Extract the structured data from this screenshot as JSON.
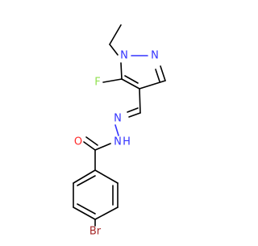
{
  "atoms": {
    "n1": {
      "text": "N",
      "color": "#3333ff"
    },
    "n2": {
      "text": "N",
      "color": "#3333ff"
    },
    "f": {
      "text": "F",
      "color": "#90e050"
    },
    "n_imine": {
      "text": "N",
      "color": "#3333ff"
    },
    "n_amide": {
      "text": "N",
      "color": "#3333ff"
    },
    "h_amide": {
      "text": "H",
      "color": "#3333ff"
    },
    "o": {
      "text": "O",
      "color": "#ff2a2a"
    },
    "br": {
      "text": "Br",
      "color": "#a62929"
    }
  }
}
